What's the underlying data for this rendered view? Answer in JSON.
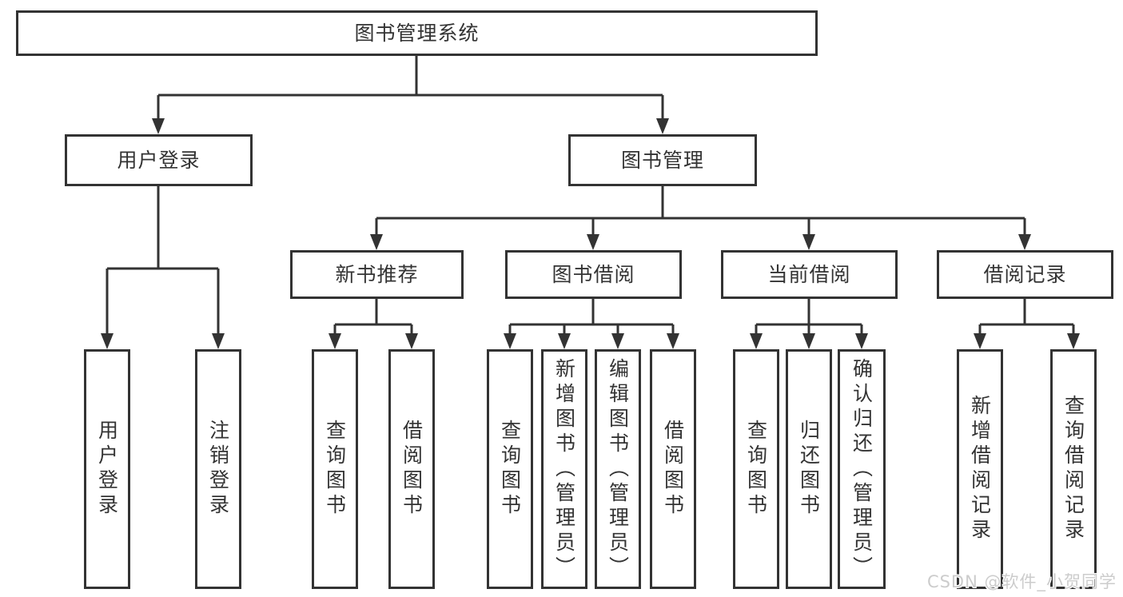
{
  "diagram": {
    "root": "图书管理系统",
    "user_branch": {
      "label": "用户登录",
      "children": [
        "用户登录",
        "注销登录"
      ]
    },
    "book_branch": {
      "label": "图书管理",
      "sections": [
        {
          "label": "新书推荐",
          "children": [
            "查询图书",
            "借阅图书"
          ]
        },
        {
          "label": "图书借阅",
          "children": [
            "查询图书",
            "新增图书（管理员）",
            "编辑图书（管理员）",
            "借阅图书"
          ]
        },
        {
          "label": "当前借阅",
          "children": [
            "查询图书",
            "归还图书",
            "确认归还（管理员）"
          ]
        },
        {
          "label": "借阅记录",
          "children": [
            "新增借阅记录",
            "查询借阅记录"
          ]
        }
      ]
    },
    "colors": {
      "line": "#333333",
      "text": "#333333",
      "box_background": "#ffffff"
    }
  },
  "watermark": {
    "text": "CSDN @软件_小贺同学",
    "color": "#cccccc"
  }
}
